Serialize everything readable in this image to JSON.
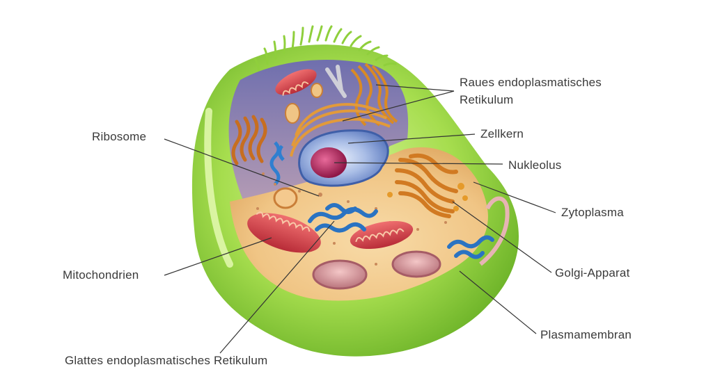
{
  "labels": {
    "raues_er": [
      "Raues endoplasmatisches",
      "Retikulum"
    ],
    "zellkern": "Zellkern",
    "nukleolus": "Nukleolus",
    "zytoplasma": "Zytoplasma",
    "golgi": "Golgi-Apparat",
    "plasmamembran": "Plasmamembran",
    "ribosome": "Ribosome",
    "mitochondrien": "Mitochondrien",
    "glattes_er": "Glattes endoplasmatisches Retikulum"
  },
  "colors": {
    "membrane_outer": "#8fcf3c",
    "membrane_light": "#c8ec7a",
    "cytoplasm": "#f2c98c",
    "interior_shadow": "#7d7fb8",
    "nucleus_envelope": "#5c7cc0",
    "nucleolus": "#b3245a",
    "mitochondria": "#e04a4a",
    "golgi": "#e59a2a",
    "smooth_er": "#2f7fd0",
    "leader_line": "#333333",
    "text": "#3a3a3a"
  }
}
